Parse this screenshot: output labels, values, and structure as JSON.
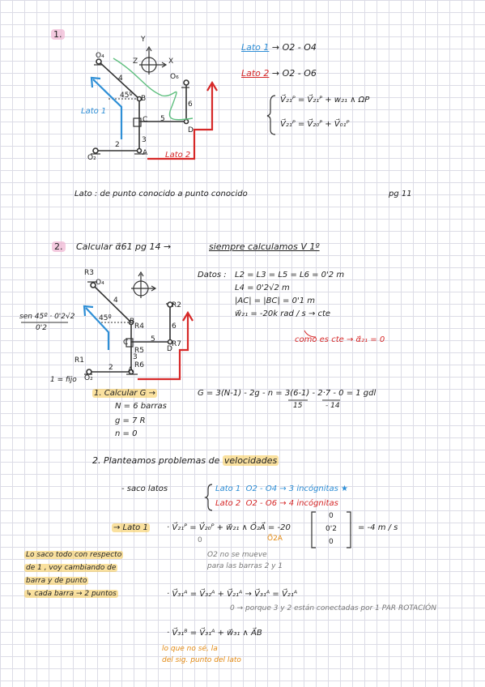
{
  "p1": {
    "num": "1.",
    "diagram_labels": {
      "Y": "Y",
      "Z": "Z",
      "X": "X",
      "O4": "O₄",
      "O6": "O₆",
      "O2": "O₂",
      "A": "A",
      "B": "B",
      "C": "C",
      "D": "D",
      "n2": "2",
      "n3": "3",
      "n4": "4",
      "n5": "5",
      "n6": "6",
      "angle": "45º",
      "lato1": "Lato 1",
      "lato2": "Lato 2"
    },
    "lato1_line": {
      "label": "Lato 1",
      "rest": "→  O2 - O4"
    },
    "lato2_line": {
      "label": "Lato 2",
      "rest": "→  O2 - O6"
    },
    "eq1": "V⃗₂₁ᴾ  =  V⃗₂₁ᴾ  +  w₂₁ ∧ ΩP",
    "eq2": "V⃗₂₁ᴾ  =  V⃗₂₀ᴾ  +  V⃗₀₁ᴾ",
    "lato_def": "Lato :  de punto conocido  a  punto conocido",
    "pg": "pg 11"
  },
  "p2": {
    "num": "2.",
    "title_a": "Calcular  α⃗61   pg 14   →",
    "title_b": "siempre calculamos  V  1º",
    "diagram_labels": {
      "R3": "R3",
      "O4": "O₄",
      "R2": "R2",
      "R4": "R4",
      "R5": "R5",
      "R6": "R6",
      "R7": "R7",
      "R1": "R1",
      "A": "A",
      "B": "B",
      "C": "C",
      "D": "D",
      "O2": "O₂",
      "n2": "2",
      "n3": "3",
      "n4": "4",
      "n5": "5",
      "n6": "6",
      "angle": "45º",
      "sen_a": "sen 45º · 0'2√2",
      "sen_b": "0'2",
      "fijo": "1 = fijo"
    },
    "datos_label": "Datos :",
    "datos": [
      "L2 = L3 = L5 = L6 = 0'2 m",
      "L4 = 0'2√2  m",
      "|AC| = |BC| = 0'1 m",
      "w⃗₂₁ = -20k  rad / s   →  cte"
    ],
    "cte_note": "como es cte  →  α⃗₂₁ = 0",
    "step1": {
      "title": "1. Calcular  G   →",
      "formula": "G = 3(N-1) - 2g - n = 3(6-1) - 2·7 - 0 = 1 gdl",
      "sub1": "15",
      "sub2": "- 14",
      "vals": [
        "N = 6 barras",
        "g = 7 R",
        "n = 0"
      ]
    },
    "step2": {
      "title_a": "2. Planteamos problemas de ",
      "title_b": "velocidades",
      "saco": "- saco latos",
      "lato1_label": "Lato 1",
      "lato1_rest": "O2 - O4  →  3 incógnitas  ★",
      "lato2_label": "Lato 2",
      "lato2_rest": "O2 - O6  →  4 incógnitas"
    },
    "eq_lato1": {
      "arrow": "→ Lato 1",
      "expr": "· V⃗₂₁ᴾ  =  V⃗₂₀ᴾ  +  w⃗₂₁ ∧ O⃗₂A⃗  =  -20",
      "matrix": [
        "0",
        "0'2",
        "0"
      ],
      "result": "= -4  m / s",
      "zero": "0",
      "o2a": "O⃗2A"
    },
    "gray_note": [
      "O2 no se mueve",
      "para las barras 2 y 1"
    ],
    "orange_note": [
      "Lo saco todo con respecto",
      "de 1 , voy cambiando de",
      "barra  y de punto",
      "↳  cada barra → 2 puntos"
    ],
    "eq_v31": "· V⃗₃₁ᴬ  =  V⃗₃₂ᴬ  +  V⃗₂₁ᴬ     →     V⃗₃₁ᴬ = V⃗₂₁ᴬ",
    "gray_note2": "0  →  porque 3 y 2 están conectadas por 1 PAR ROTACIÓN",
    "eq_v31b": "· V⃗₃₁ᴮ  =  V⃗₃₁ᴬ   +  w⃗₃₁ ∧ A⃗B",
    "orange_note2": [
      "lo que no sé, la",
      "del sig. punto del lato"
    ]
  }
}
